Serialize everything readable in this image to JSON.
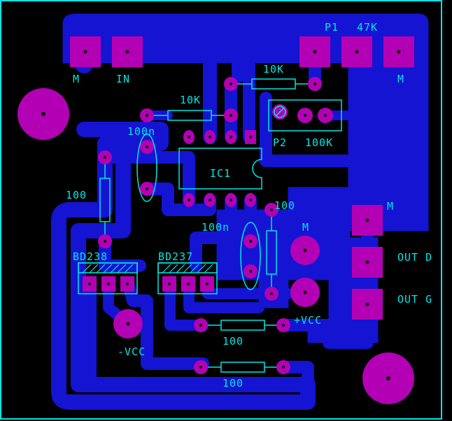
{
  "colors": {
    "background": "#000000",
    "copper": "#1414D2",
    "pad": "#B400B4",
    "silkscreen": "#00E6E6",
    "drill": "#000000"
  },
  "labels": {
    "m_topleft": "M",
    "in": "IN",
    "p1": "P1",
    "p1_value": "47K",
    "m_topright": "M",
    "r_10k_upper": "10K",
    "r_10k_lower": "10K",
    "c_100n_upper": "100n",
    "p2": "P2",
    "p2_value": "100K",
    "ic1": "IC1",
    "r_100_left": "100",
    "r_100_right": "100",
    "c_100n_lower": "100n",
    "m_center": "M",
    "m_right": "M",
    "bd238": "BD238",
    "bd237": "BD237",
    "out_d": "OUT D",
    "out_g": "OUT G",
    "plus_vcc": "+VCC",
    "minus_vcc": "-VCC",
    "r_100_bottom1": "100",
    "r_100_bottom2": "100"
  }
}
